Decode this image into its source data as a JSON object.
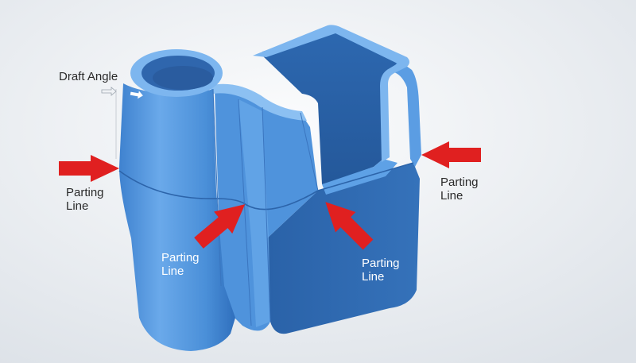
{
  "labels": {
    "draft_angle": "Draft Angle",
    "parting_line_word1": "Parting",
    "parting_line_word2": "Line"
  },
  "colors": {
    "background_light": "#f7f8fa",
    "background_dark": "#dfe3e8",
    "part_blue": "#4a8fd8",
    "part_blue_light": "#6aa9ea",
    "part_blue_dark": "#2a62a8",
    "arrow_red": "#e02020"
  }
}
